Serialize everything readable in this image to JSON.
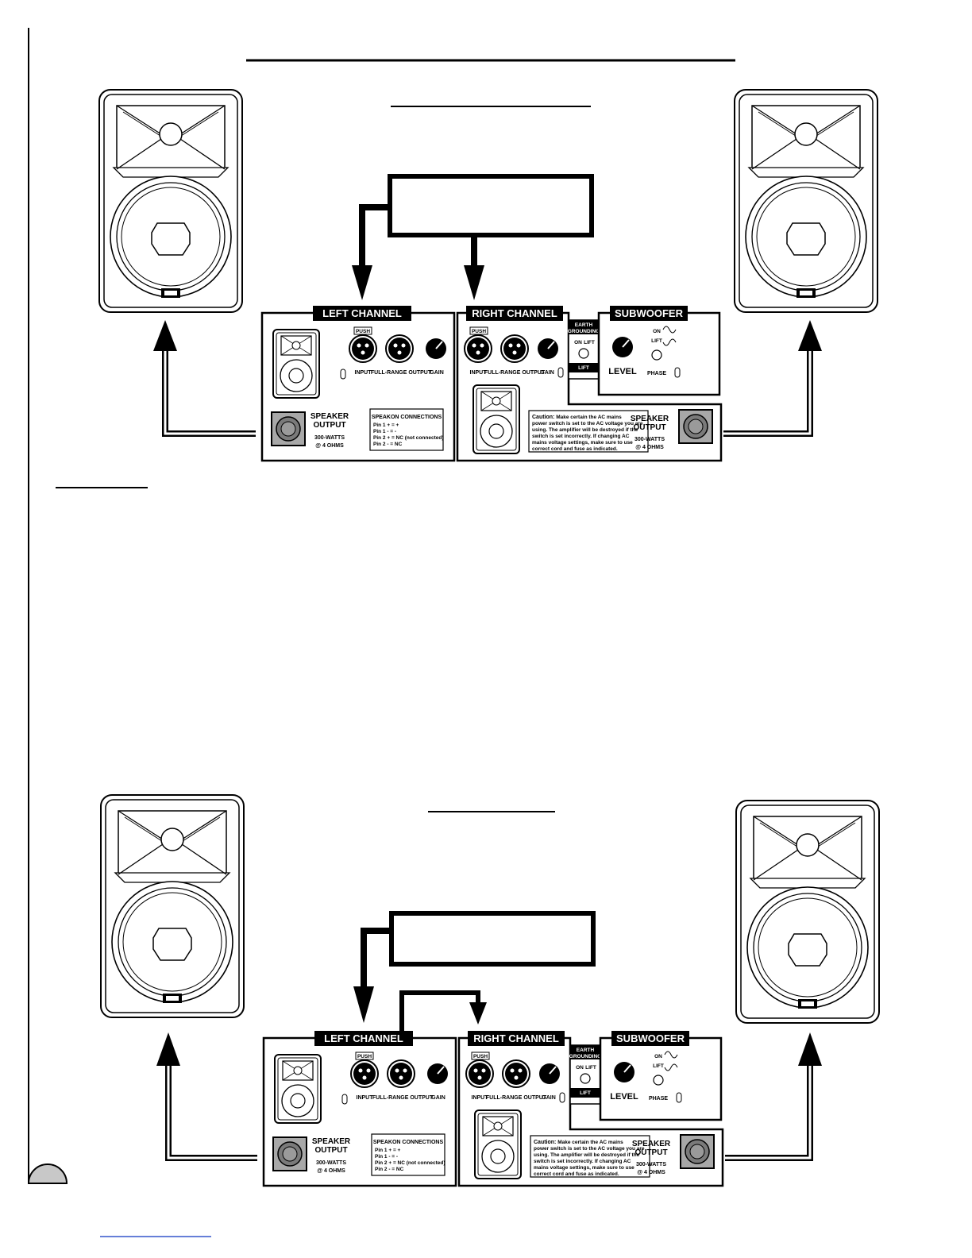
{
  "top_diagram": {
    "amp_labels": {
      "left_channel": "LEFT CHANNEL",
      "right_channel": "RIGHT CHANNEL",
      "subwoofer": "SUBWOOFER",
      "push": "PUSH",
      "input": "INPUT",
      "full_range_output": "FULL-RANGE OUTPUT",
      "gain": "GAIN",
      "earth_grounding_1": "EARTH",
      "earth_grounding_2": "GROUNDING",
      "on": "ON",
      "lift_small": "LIFT",
      "lift": "LIFT",
      "level": "LEVEL",
      "phase": "PHASE",
      "speaker_output_1": "SPEAKER",
      "speaker_output_2": "OUTPUT",
      "watts": "300-WATTS",
      "ohms": "@ 4 OHMS",
      "speakon_title": "SPEAKON CONNECTIONS",
      "speakon_lines": [
        "Pin 1 + = +",
        "Pin 1 - = -",
        "Pin 2 + = NC (not connected)",
        "Pin 2 - = NC"
      ],
      "caution_title": "Caution:",
      "caution_lines": [
        "Make certain the AC mains",
        "power switch is set to the AC voltage you are",
        "using. The amplifier will be destroyed if the",
        "switch is set incorrectly. If changing AC",
        "mains voltage settings, make sure to use",
        "correct cord and fuse as indicated."
      ]
    }
  },
  "bottom_diagram": {
    "amp_labels": {
      "left_channel": "LEFT CHANNEL",
      "right_channel": "RIGHT CHANNEL",
      "subwoofer": "SUBWOOFER",
      "push": "PUSH",
      "input": "INPUT",
      "full_range_output": "FULL-RANGE OUTPUT",
      "gain": "GAIN",
      "earth_grounding_1": "EARTH",
      "earth_grounding_2": "GROUNDING",
      "on": "ON",
      "lift_small": "LIFT",
      "lift": "LIFT",
      "level": "LEVEL",
      "phase": "PHASE",
      "speaker_output_1": "SPEAKER",
      "speaker_output_2": "OUTPUT",
      "watts": "300-WATTS",
      "ohms": "@ 4 OHMS",
      "speakon_title": "SPEAKON CONNECTIONS",
      "speakon_lines": [
        "Pin 1 + = +",
        "Pin 1 - = -",
        "Pin 2 + = NC (not connected)",
        "Pin 2 - = NC"
      ],
      "caution_title": "Caution:",
      "caution_lines": [
        "Make certain the AC mains",
        "power switch is set to the AC voltage you are",
        "using. The amplifier will be destroyed if the",
        "switch is set incorrectly. If changing AC",
        "mains voltage settings, make sure to use",
        "correct cord and fuse as indicated."
      ]
    }
  },
  "colors": {
    "ink": "#000000",
    "paper": "#ffffff",
    "connector_fill": "#a8a8a8"
  }
}
